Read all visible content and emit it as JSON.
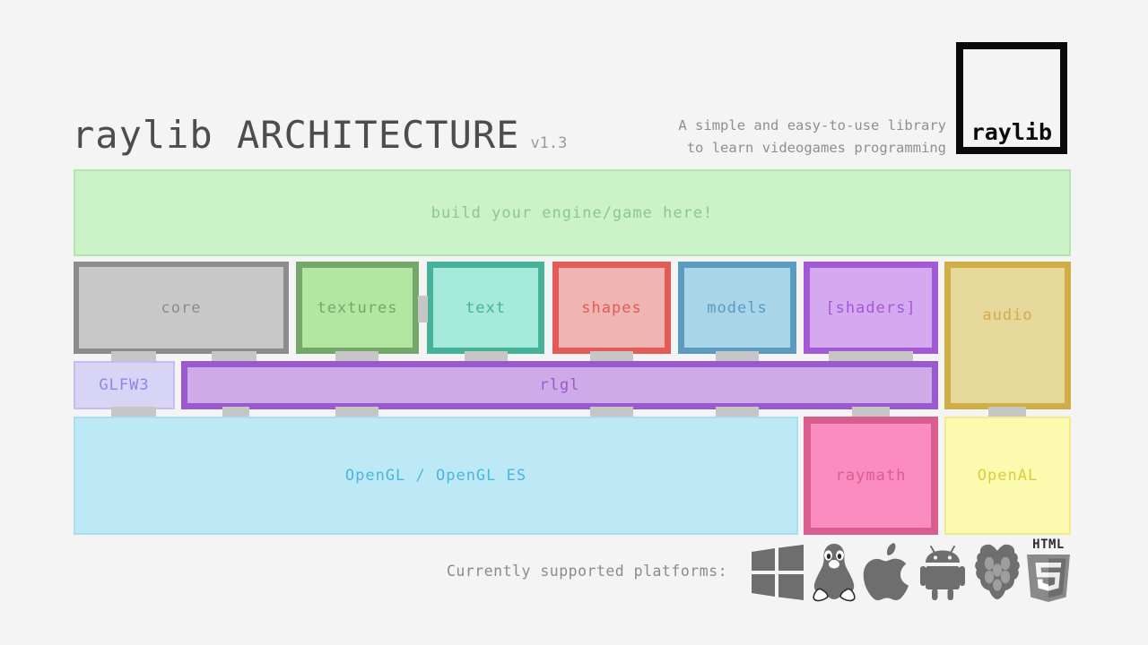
{
  "header": {
    "title": "raylib ARCHITECTURE",
    "version": "v1.3",
    "tagline_line1": "A simple and easy-to-use library",
    "tagline_line2": "to learn videogames programming",
    "logo_text": "raylib"
  },
  "layers": {
    "user_layer": {
      "label": "build your engine/game here!",
      "fill": "#ccf2c8",
      "border": "#b4e5ae",
      "text_color": "#8bc98a"
    },
    "modules": [
      {
        "name": "core",
        "label": "core",
        "fill": "#c8c8c8",
        "border": "#8c8c8c",
        "text_color": "#8c8c8c"
      },
      {
        "name": "textures",
        "label": "textures",
        "fill": "#b3e6a0",
        "border": "#76a76a",
        "text_color": "#76a76a"
      },
      {
        "name": "text",
        "label": "text",
        "fill": "#a6ebd9",
        "border": "#46b399",
        "text_color": "#46b399"
      },
      {
        "name": "shapes",
        "label": "shapes",
        "fill": "#f0b4b2",
        "border": "#e35b57",
        "text_color": "#e35b57"
      },
      {
        "name": "models",
        "label": "models",
        "fill": "#a8d5e8",
        "border": "#5b9bbf",
        "text_color": "#5b9bbf"
      },
      {
        "name": "shaders",
        "label": "[shaders]",
        "fill": "#d4a9ef",
        "border": "#a濃",
        "text_color": "#a259d6"
      },
      {
        "name": "audio",
        "label": "audio",
        "fill": "#e6d79a",
        "border": "#cfae48",
        "text_color": "#cfae48"
      }
    ],
    "backends": [
      {
        "name": "glfw3",
        "label": "GLFW3",
        "fill": "#d8d4f5",
        "border": "#c3bdf0",
        "text_color": "#8f86e8"
      },
      {
        "name": "rlgl",
        "label": "rlgl",
        "fill": "#ceaae9",
        "border": "#9b59d0",
        "text_color": "#9b59d0"
      }
    ],
    "lowlevel": [
      {
        "name": "opengl",
        "label": "OpenGL / OpenGL ES",
        "fill": "#bde9f7",
        "border": "#a9dff2",
        "text_color": "#49b6da"
      },
      {
        "name": "raymath",
        "label": "raymath",
        "fill": "#fa8cc0",
        "border": "#da5d90",
        "text_color": "#da5d90"
      },
      {
        "name": "openal",
        "label": "OpenAL",
        "fill": "#fbfaae",
        "border": "#f0ec8a",
        "text_color": "#d9cf3e"
      }
    ]
  },
  "platforms": {
    "label": "Currently supported platforms:",
    "icons": [
      {
        "name": "windows-icon",
        "title": "Windows"
      },
      {
        "name": "linux-icon",
        "title": "Linux"
      },
      {
        "name": "apple-icon",
        "title": "Apple"
      },
      {
        "name": "android-icon",
        "title": "Android"
      },
      {
        "name": "raspberrypi-icon",
        "title": "Raspberry Pi"
      },
      {
        "name": "html5-icon",
        "title": "HTML5",
        "wordmark": "HTML",
        "digit": "5"
      }
    ],
    "icon_color": "#6e6e6e"
  },
  "colors": {
    "page_background": "#f4f4f4",
    "connector_tab": "#c6c6c6",
    "logo_border": "#0a0a0a"
  }
}
